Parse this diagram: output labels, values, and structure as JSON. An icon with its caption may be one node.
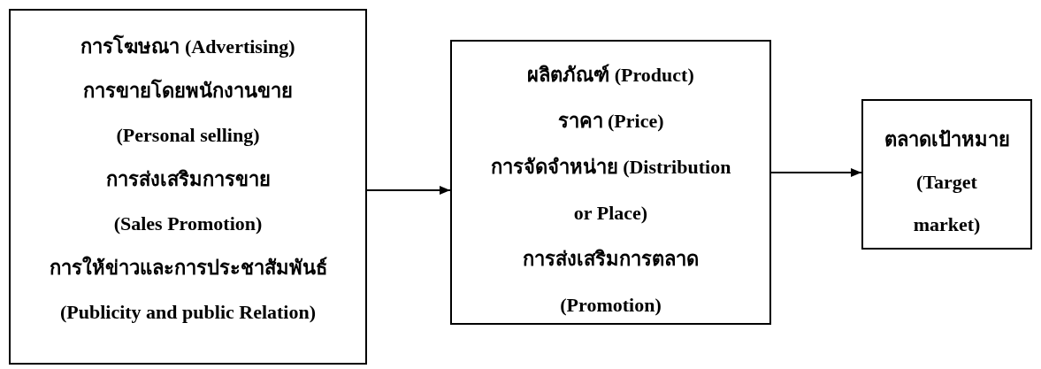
{
  "diagram": {
    "nodes": [
      {
        "text": [
          "การโฆษณา (Advertising)",
          "การขายโดยพนักงานขาย",
          "(Personal selling)",
          "การส่งเสริมการขาย",
          "(Sales Promotion)",
          "การให้ข่าวและการประชาสัมพันธ์",
          "(Publicity and public Relation)"
        ]
      },
      {
        "text": [
          "ผลิตภัณฑ์ (Product)",
          "ราคา (Price)",
          "การจัดจำหน่าย (Distribution",
          "or Place)",
          "การส่งเสริมการตลาด",
          "(Promotion)"
        ]
      },
      {
        "text": [
          "ตลาดเป้าหมาย",
          "(Target",
          "market)"
        ]
      }
    ],
    "edges": [
      {
        "from": 0,
        "to": 1,
        "arrow": "to"
      },
      {
        "from": 1,
        "to": 2,
        "arrow": "to"
      }
    ]
  }
}
